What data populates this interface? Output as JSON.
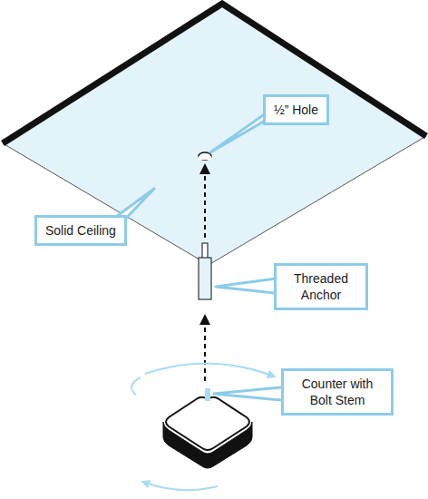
{
  "diagram": {
    "nodes": [
      {
        "text": [
          "½” Hole"
        ]
      },
      {
        "text": [
          "Solid Ceiling"
        ]
      },
      {
        "text": [
          "Threaded Anchor"
        ]
      },
      {
        "text": [
          "Counter with Bolt Stem"
        ]
      }
    ]
  }
}
